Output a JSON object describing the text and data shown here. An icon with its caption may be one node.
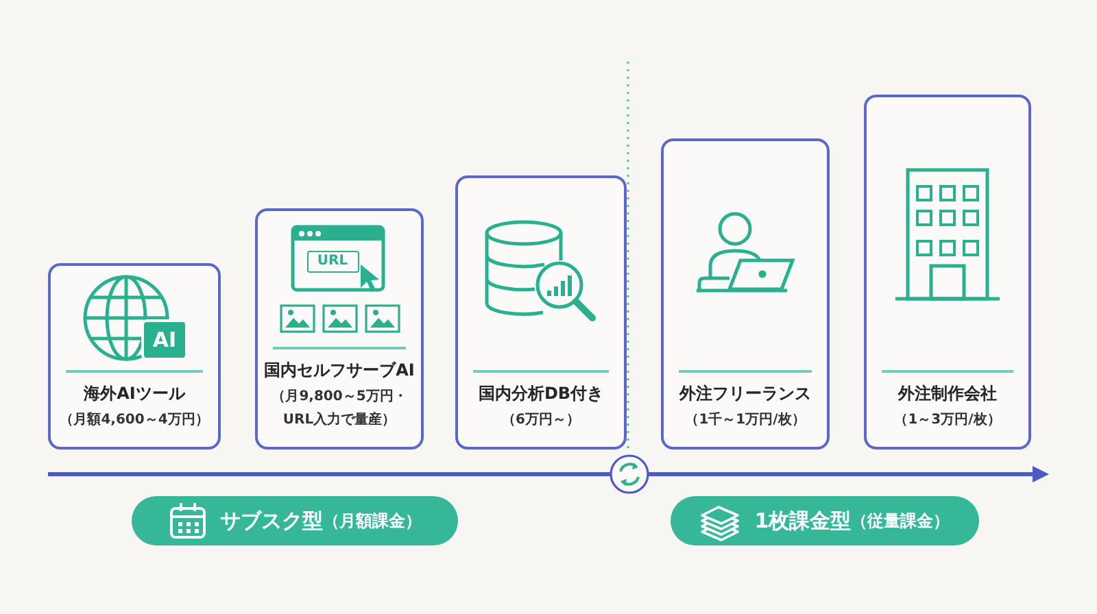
{
  "diagram": {
    "nodes": [
      {
        "text": [
          "海外AIツール",
          "（月額4,600～4万円）"
        ]
      },
      {
        "text": [
          "国内セルフサーブAI",
          "（月9,800～5万円・URL入力で量産）"
        ]
      },
      {
        "text": [
          "国内分析DB付き",
          "（6万円～）"
        ]
      },
      {
        "text": [
          "外注フリーランス",
          "（1千～1万円/枚）"
        ]
      },
      {
        "text": [
          "外注制作会社",
          "（1～3万円/枚）"
        ]
      },
      {
        "text": [
          "サブスク型",
          "（月額課金）"
        ]
      },
      {
        "text": [
          "1枚課金型",
          "（従量課金）"
        ]
      }
    ],
    "labels": [
      "AI",
      "URL"
    ]
  }
}
